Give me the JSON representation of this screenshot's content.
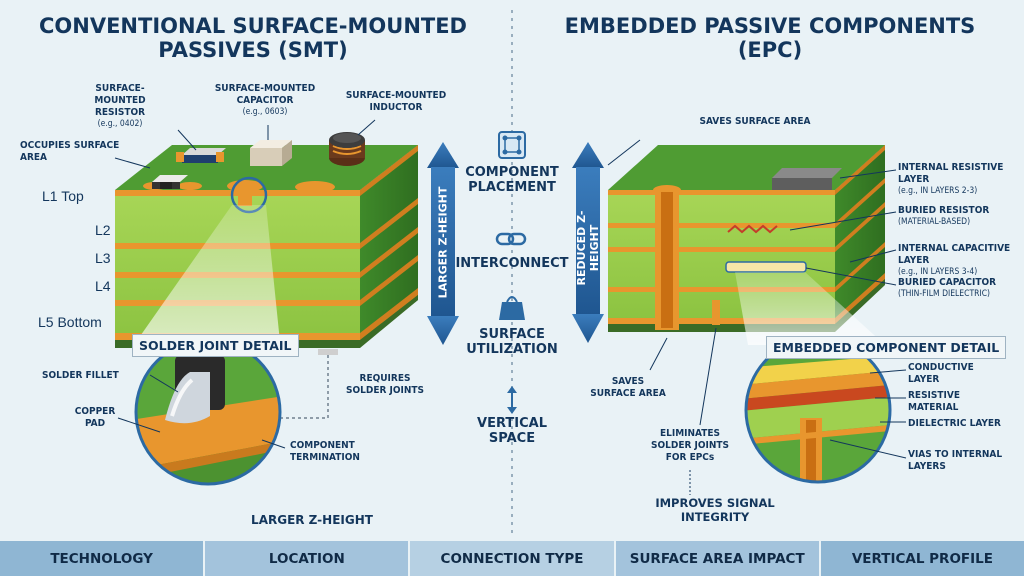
{
  "left": {
    "title": "CONVENTIONAL SURFACE-MOUNTED PASSIVES (SMT)",
    "resistor": {
      "label": "SURFACE-MOUNTED RESISTOR",
      "note": "(e.g., 0402)"
    },
    "capacitor": {
      "label": "SURFACE-MOUNTED CAPACITOR",
      "note": "(e.g., 0603)"
    },
    "inductor": {
      "label": "SURFACE-MOUNTED INDUCTOR"
    },
    "occupies": "OCCUPIES SURFACE AREA",
    "layers": [
      "L1 Top",
      "L2",
      "L3",
      "L4",
      "L5 Bottom"
    ],
    "height": "LARGER Z-HEIGHT",
    "detail_title": "SOLDER JOINT DETAIL",
    "solder_fillet": "SOLDER FILLET",
    "copper_pad": "COPPER PAD",
    "component_termination": "COMPONENT TERMINATION",
    "requires": "REQUIRES SOLDER JOINTS",
    "footer": "LARGER Z-HEIGHT"
  },
  "middle": {
    "items": [
      {
        "label": "COMPONENT PLACEMENT",
        "icon": "placement-icon"
      },
      {
        "label": "INTERCONNECT",
        "icon": "chain-link-icon"
      },
      {
        "label": "SURFACE UTILIZATION",
        "icon": "bag-icon"
      },
      {
        "label": "VERTICAL SPACE",
        "icon": "vertical-arrow-icon"
      }
    ]
  },
  "right": {
    "title": "EMBEDDED PASSIVE COMPONENTS (EPC)",
    "saves_top": "SAVES SURFACE AREA",
    "height": "REDUCED Z-HEIGHT",
    "internal_resistive": {
      "label": "INTERNAL RESISTIVE LAYER",
      "note": "(e.g., IN LAYERS 2-3)"
    },
    "buried_resistor": {
      "label": "BURIED RESISTOR",
      "note": "(MATERIAL-BASED)"
    },
    "internal_capacitive": {
      "label": "INTERNAL CAPACITIVE LAYER",
      "note": "(e.g., IN LAYERS 3-4)"
    },
    "buried_capacitor": {
      "label": "BURIED CAPACITOR",
      "note": "(THIN-FILM DIELECTRIC)"
    },
    "detail_title": "EMBEDDED COMPONENT DETAIL",
    "conductive": "CONDUCTIVE LAYER",
    "resistive": "RESISTIVE MATERIAL",
    "dielectric": "DIELECTRIC LAYER",
    "vias": "VIAS TO INTERNAL LAYERS",
    "saves_bottom": "SAVES SURFACE AREA",
    "eliminates": "ELIMINATES SOLDER JOINTS FOR EPCs",
    "improves": "IMPROVES SIGNAL INTEGRITY"
  },
  "bottom_tabs": [
    "TECHNOLOGY",
    "LOCATION",
    "CONNECTION TYPE",
    "SURFACE AREA IMPACT",
    "VERTICAL PROFILE"
  ],
  "colors": {
    "pcb_green": "#5fae3a",
    "pcb_light": "#9fd04f",
    "copper": "#e8962e",
    "navy": "#13365c",
    "arrow_blue": "#2c6aa3",
    "tab_blue": "#8fb6d3"
  }
}
